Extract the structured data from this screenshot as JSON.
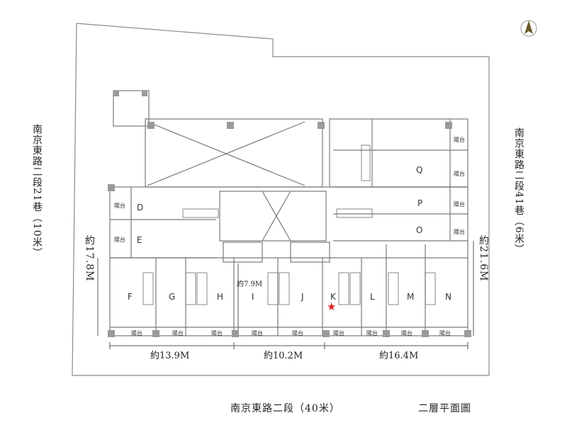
{
  "streets": {
    "left": "南京東路二段21巷（10米）",
    "right": "南京東路二段41巷（6米）",
    "bottom": "南京東路二段（40米）"
  },
  "plan_title": "二層平面圖",
  "dimensions": {
    "depth_left": "約17.8M",
    "depth_right": "約21.6M",
    "corridor": "約7.9M",
    "span_1": "約13.9M",
    "span_2": "約10.2M",
    "span_3": "約16.4M"
  },
  "balcony_label": "陽台",
  "units": [
    "D",
    "E",
    "F",
    "G",
    "H",
    "I",
    "J",
    "K",
    "L",
    "M",
    "N",
    "O",
    "P",
    "Q"
  ],
  "marker_unit": "K",
  "colors": {
    "line": "#7a7a7a",
    "column": "#8f8f8f",
    "marker": "#e02020"
  }
}
